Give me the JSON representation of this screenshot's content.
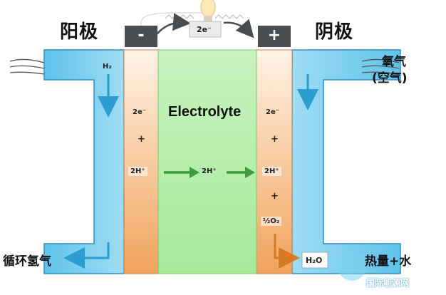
{
  "labels": {
    "anode": "阳极",
    "cathode": "阴极",
    "terminal_neg": "-",
    "terminal_pos": "+",
    "wire_electrons": "2e⁻",
    "electrolyte": "Electrolyte",
    "h2_in": "H₂",
    "anode_2e": "2e⁻",
    "anode_plus": "+",
    "anode_2h": "2H⁺",
    "mid_2h": "2H⁺",
    "cathode_2e": "2e⁻",
    "cathode_plus1": "+",
    "cathode_2h": "2H⁺",
    "cathode_plus2": "+",
    "cathode_o2": "½O₂",
    "oxygen": "氧气",
    "air": "(空气)",
    "recycle_h2": "循环氢气",
    "h2o": "H₂O",
    "heat_water": "热量+水",
    "watermark": "国际能源网"
  },
  "colors": {
    "anode_channel": "#6cc7ea",
    "electrode": "#f5b57a",
    "electrolyte": "#b8eeb0",
    "terminal": "#4a4d4f",
    "arrow_blue": "#3aa8d8",
    "arrow_green": "#3e9a3e"
  }
}
